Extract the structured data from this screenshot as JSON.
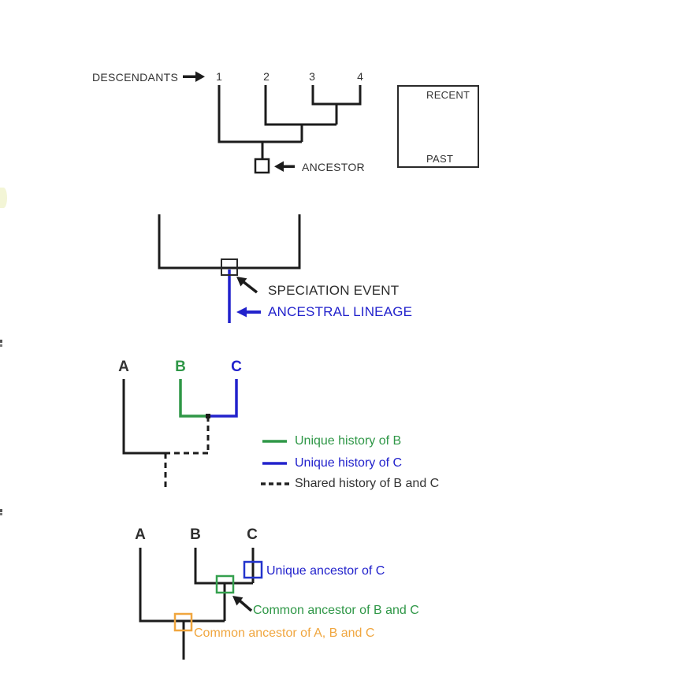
{
  "colors": {
    "line_black": "#1c1c1c",
    "text_dark": "#333333",
    "blue": "#2222cc",
    "green": "#2f9747",
    "orange": "#f0a63f"
  },
  "panel_descendants": {
    "label_descendants": "DESCENDANTS",
    "tips": [
      "1",
      "2",
      "3",
      "4"
    ],
    "label_ancestor": "ANCESTOR",
    "time_box": {
      "recent": "RECENT",
      "past": "PAST"
    }
  },
  "panel_speciation": {
    "label_speciation": "SPECIATION EVENT",
    "label_lineage": "ANCESTRAL LINEAGE"
  },
  "panel_histories": {
    "taxa": [
      {
        "label": "A",
        "color": "#333333"
      },
      {
        "label": "B",
        "color": "#2f9747"
      },
      {
        "label": "C",
        "color": "#2222cc"
      }
    ],
    "legend": [
      {
        "label": "Unique history of B",
        "color": "#2f9747",
        "style": "solid"
      },
      {
        "label": "Unique history of C",
        "color": "#2222cc",
        "style": "solid"
      },
      {
        "label": "Shared history of B and C",
        "color": "#333333",
        "style": "dashed"
      }
    ]
  },
  "panel_ancestors": {
    "taxa": [
      "A",
      "B",
      "C"
    ],
    "annotations": [
      {
        "label": "Unique ancestor of C",
        "color": "#2222cc"
      },
      {
        "label": "Common ancestor of B and C",
        "color": "#2f9747"
      },
      {
        "label": "Common ancestor of A, B and C",
        "color": "#f0a63f"
      }
    ]
  }
}
